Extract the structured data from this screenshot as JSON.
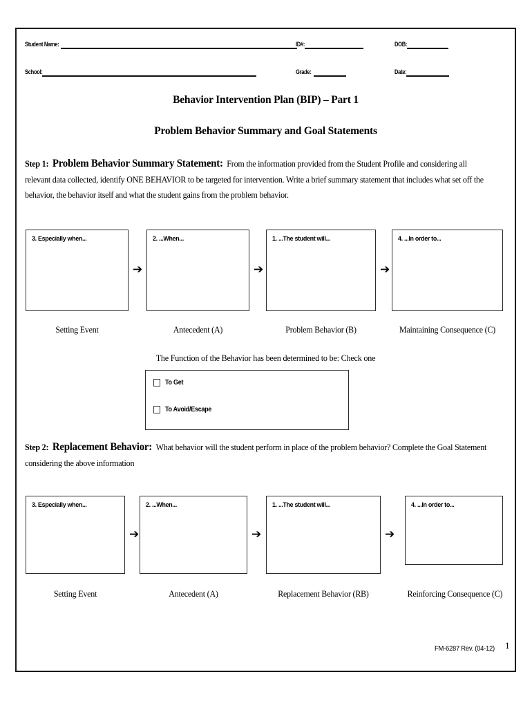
{
  "header": {
    "fields": [
      {
        "label": "Student Name:",
        "value": ""
      },
      {
        "label": "ID#:",
        "value": ""
      },
      {
        "label": "DOB:",
        "value": ""
      },
      {
        "label": "School:",
        "value": ""
      },
      {
        "label": "Grade:",
        "value": ""
      },
      {
        "label": "Date:",
        "value": ""
      }
    ]
  },
  "titles": {
    "main": "Behavior Intervention Plan (BIP) – Part 1",
    "sub": "Problem Behavior Summary and Goal Statements"
  },
  "step1": {
    "lead": "Step 1:",
    "strong": "Problem Behavior Summary Statement:",
    "body": "From the information provided from the Student Profile and considering all relevant data collected, identify ONE BEHAVIOR to be targeted for intervention.  Write a brief summary statement that includes what set off the behavior, the behavior itself and what the student gains from the problem behavior."
  },
  "step2": {
    "lead": "Step 2:",
    "strong": "Replacement Behavior:",
    "body": "What behavior will the student perform in place of the problem behavior?  Complete the Goal Statement considering the above information"
  },
  "flow1": {
    "boxes": [
      {
        "label": "3. Especially when...",
        "caption": "Setting Event"
      },
      {
        "label": "2. ...When...",
        "caption": "Antecedent (A)"
      },
      {
        "label": "1. ...The student will...",
        "caption": "Problem Behavior (B)"
      },
      {
        "label": "4. ...In order to...",
        "caption": "Maintaining Consequence (C)"
      }
    ],
    "arrow_glyph": "➔"
  },
  "flow2": {
    "boxes": [
      {
        "label": "3. Especially when...",
        "caption": "Setting Event"
      },
      {
        "label": "2. ...When...",
        "caption": "Antecedent (A)"
      },
      {
        "label": "1. ...The student will...",
        "caption": "Replacement Behavior (RB)"
      },
      {
        "label": "4. ...In order to...",
        "caption": "Reinforcing Consequence (C)"
      }
    ],
    "arrow_glyph": "➔"
  },
  "function_section": {
    "title": "The Function of the Behavior has been determined to be: Check one",
    "options": [
      {
        "label": "To Get",
        "checked": false
      },
      {
        "label": "To Avoid/Escape",
        "checked": false
      }
    ]
  },
  "footer": {
    "form_id": "FM-6287 Rev. (04-12)",
    "page_number": "1"
  }
}
